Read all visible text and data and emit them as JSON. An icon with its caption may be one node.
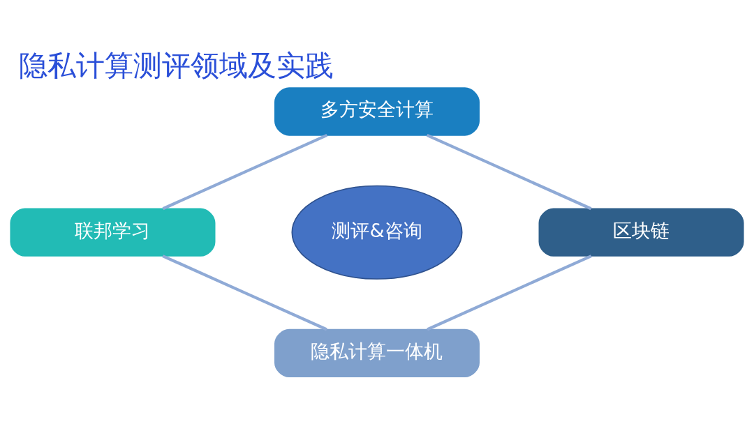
{
  "diagram": {
    "title": "隐私计算测评领域及实践",
    "nodes": [
      {
        "text": [
          "多方安全计算"
        ]
      },
      {
        "text": [
          "联邦学习"
        ]
      },
      {
        "text": [
          "测评&咨询"
        ]
      },
      {
        "text": [
          "区块链"
        ]
      },
      {
        "text": [
          "隐私计算一体机"
        ]
      }
    ],
    "edges": [
      {
        "from": 0,
        "to": 3,
        "arrow": "none"
      },
      {
        "from": 3,
        "to": 4,
        "arrow": "none"
      },
      {
        "from": 4,
        "to": 1,
        "arrow": "none"
      },
      {
        "from": 1,
        "to": 0,
        "arrow": "none"
      }
    ]
  }
}
